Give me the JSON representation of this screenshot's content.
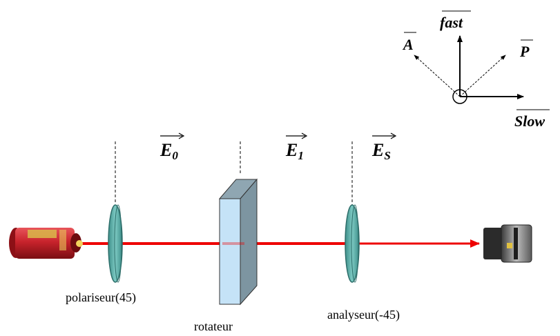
{
  "axes_diagram": {
    "fast_label": "fast",
    "slow_label": "Slow",
    "analyzer_label": "A",
    "polarizer_label": "P"
  },
  "field_labels": {
    "e0": {
      "letter": "E",
      "sub": "0"
    },
    "e1": {
      "letter": "E",
      "sub": "1"
    },
    "es": {
      "letter": "E",
      "sub": "S"
    }
  },
  "components": {
    "polarizer": "polariseur(45)",
    "rotator": "rotateur",
    "analyzer": "analyseur(-45)"
  },
  "colors": {
    "beam": "#ee0000",
    "lens": "#5fb3ad",
    "rotator_face": "#c5e3f7",
    "laser_body": "#c8232c"
  }
}
